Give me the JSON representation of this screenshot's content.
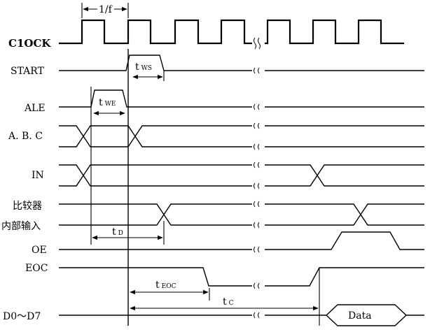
{
  "labels": {
    "clock": "C1OCK",
    "start": "START",
    "ale": "ALE",
    "abc": "A. B. C",
    "in": "IN",
    "compare_line1": "比较器",
    "compare_line2": "内部输入",
    "oe": "OE",
    "eoc": "EOC",
    "data_bus": "D0～D7"
  },
  "annotations": {
    "period": "1/f",
    "t_ws_main": "t",
    "t_ws_sub": "WS",
    "t_we_main": "t",
    "t_we_sub": "WE",
    "t_d_main": "t",
    "t_d_sub": "D",
    "t_eoc_main": "t",
    "t_eoc_sub": "EOC",
    "t_c_main": "t",
    "t_c_sub": "C",
    "data": "Data"
  }
}
